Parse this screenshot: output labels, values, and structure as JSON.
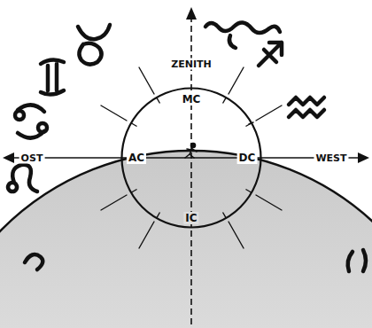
{
  "diagram": {
    "nodes": [
      {
        "text": [
          "MC",
          "AC",
          "DC",
          "IC"
        ]
      }
    ],
    "labels": [
      "ZENITH",
      "OST",
      "WEST"
    ]
  }
}
